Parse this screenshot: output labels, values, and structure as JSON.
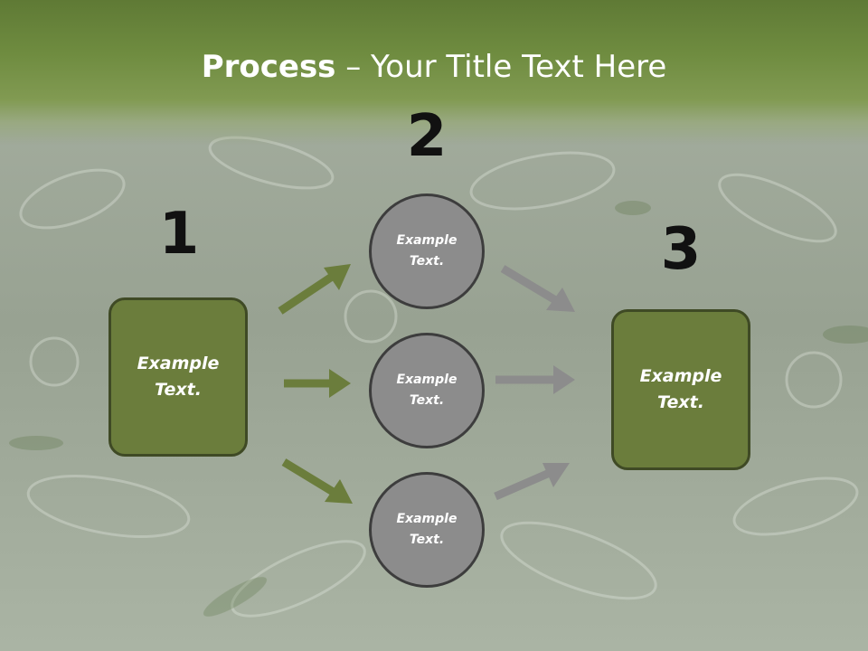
{
  "slide": {
    "title_bold": "Process",
    "title_rest": " – Your Title Text Here"
  },
  "steps": {
    "step1_number": "1",
    "step2_number": "2",
    "step3_number": "3"
  },
  "left_box": {
    "text": "Example Text."
  },
  "circles": [
    {
      "text": "Example Text."
    },
    {
      "text": "Example Text."
    },
    {
      "text": "Example Text."
    }
  ],
  "right_box": {
    "text": "Example Text."
  },
  "colors": {
    "header_green": "#6f8c40",
    "box_fill": "#6b7d3c",
    "green_arrow": "#6b7d3c",
    "gray_arrow": "#8c8c8c",
    "circle_fill": "#8c8c8c"
  }
}
